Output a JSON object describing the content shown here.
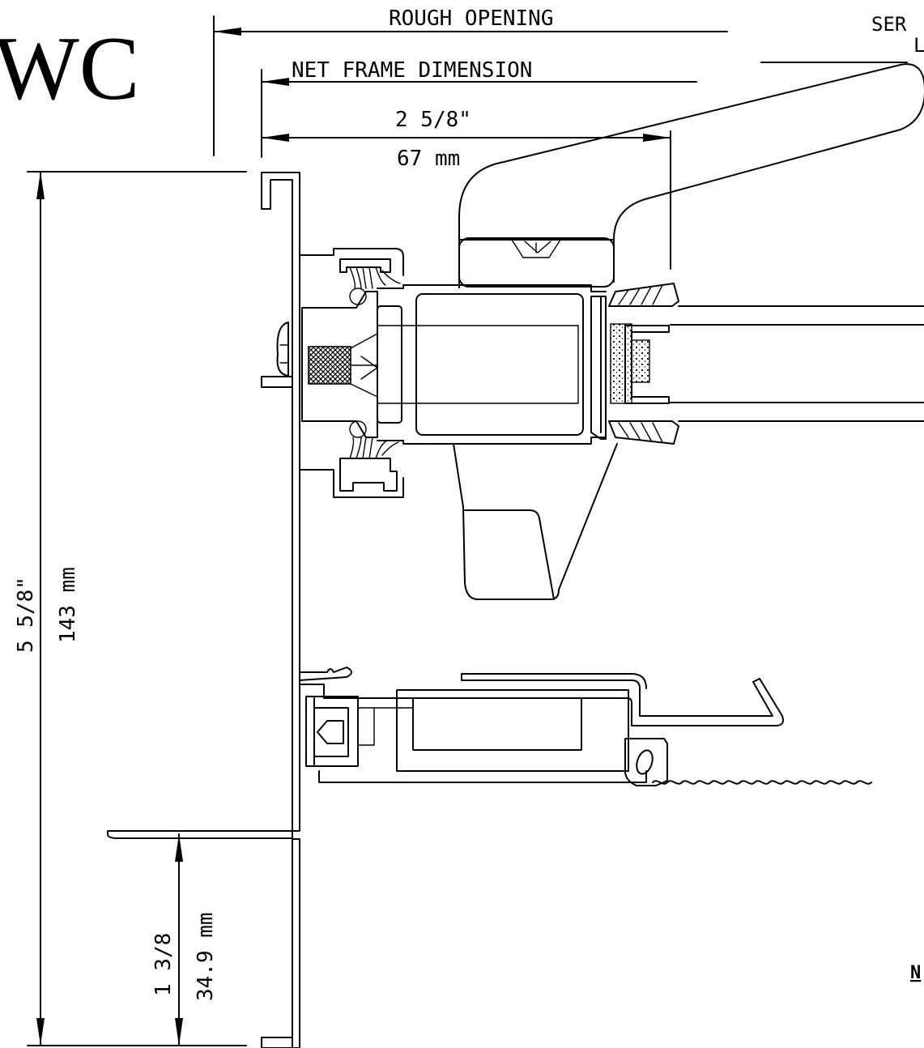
{
  "drawing": {
    "brand_text": "WC",
    "corner_text_1": "SER",
    "corner_text_2": "L",
    "corner_note": "N",
    "dimensions": {
      "rough_opening": "ROUGH OPENING",
      "net_frame": "NET FRAME DIMENSION",
      "depth_in": "2 5/8\"",
      "depth_mm": "67 mm",
      "height_in": "5 5/8\"",
      "height_mm": "143 mm",
      "flange_in": "1 3/8",
      "flange_mm": "34.9 mm"
    }
  }
}
